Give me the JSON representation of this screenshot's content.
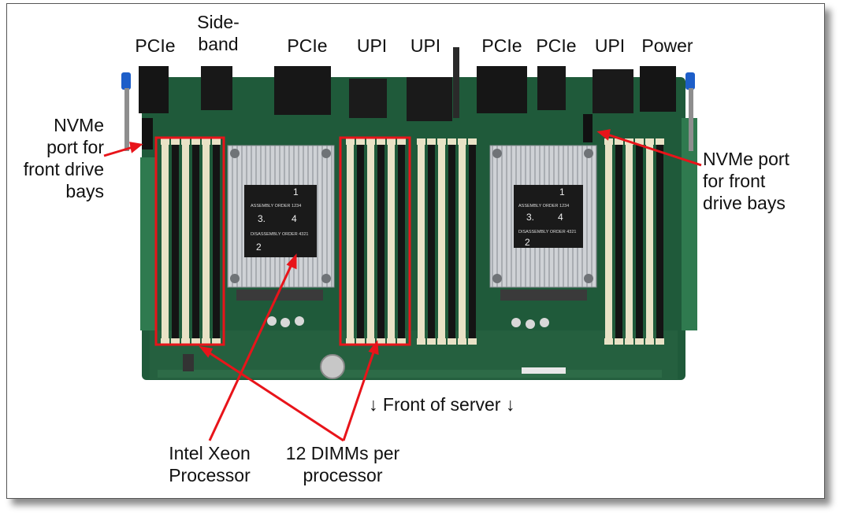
{
  "top_labels": {
    "pcie_1": "PCIe",
    "sideband": "Side-\nband",
    "pcie_2": "PCIe",
    "upi_1": "UPI",
    "upi_2": "UPI",
    "pcie_3": "PCIe",
    "pcie_4": "PCIe",
    "upi_3": "UPI",
    "power": "Power"
  },
  "nvme_left": "NVMe\nport for\nfront drive\nbays",
  "nvme_right": "NVMe port\nfor front\ndrive bays",
  "front_of_server": "↓ Front of server ↓",
  "processor_label": "Intel Xeon\nProcessor",
  "dimms_label": "12 DIMMs per\nprocessor",
  "heatsink_text": {
    "assembly": "ASSEMBLY ORDER 1234",
    "disassembly": "DISASSEMBLY ORDER 4321",
    "n1": "1",
    "n2": "2",
    "n3": "3.",
    "n4": "4"
  },
  "colors": {
    "callout": "#e8141a",
    "pcb": "#1f5a3a",
    "pcb_light": "#2f7a4f",
    "dimm_slot": "#141414",
    "dimm_latch": "#e9e2c6",
    "heatsink": "#c9ccd0",
    "blue_handle": "#1d5ec9"
  }
}
